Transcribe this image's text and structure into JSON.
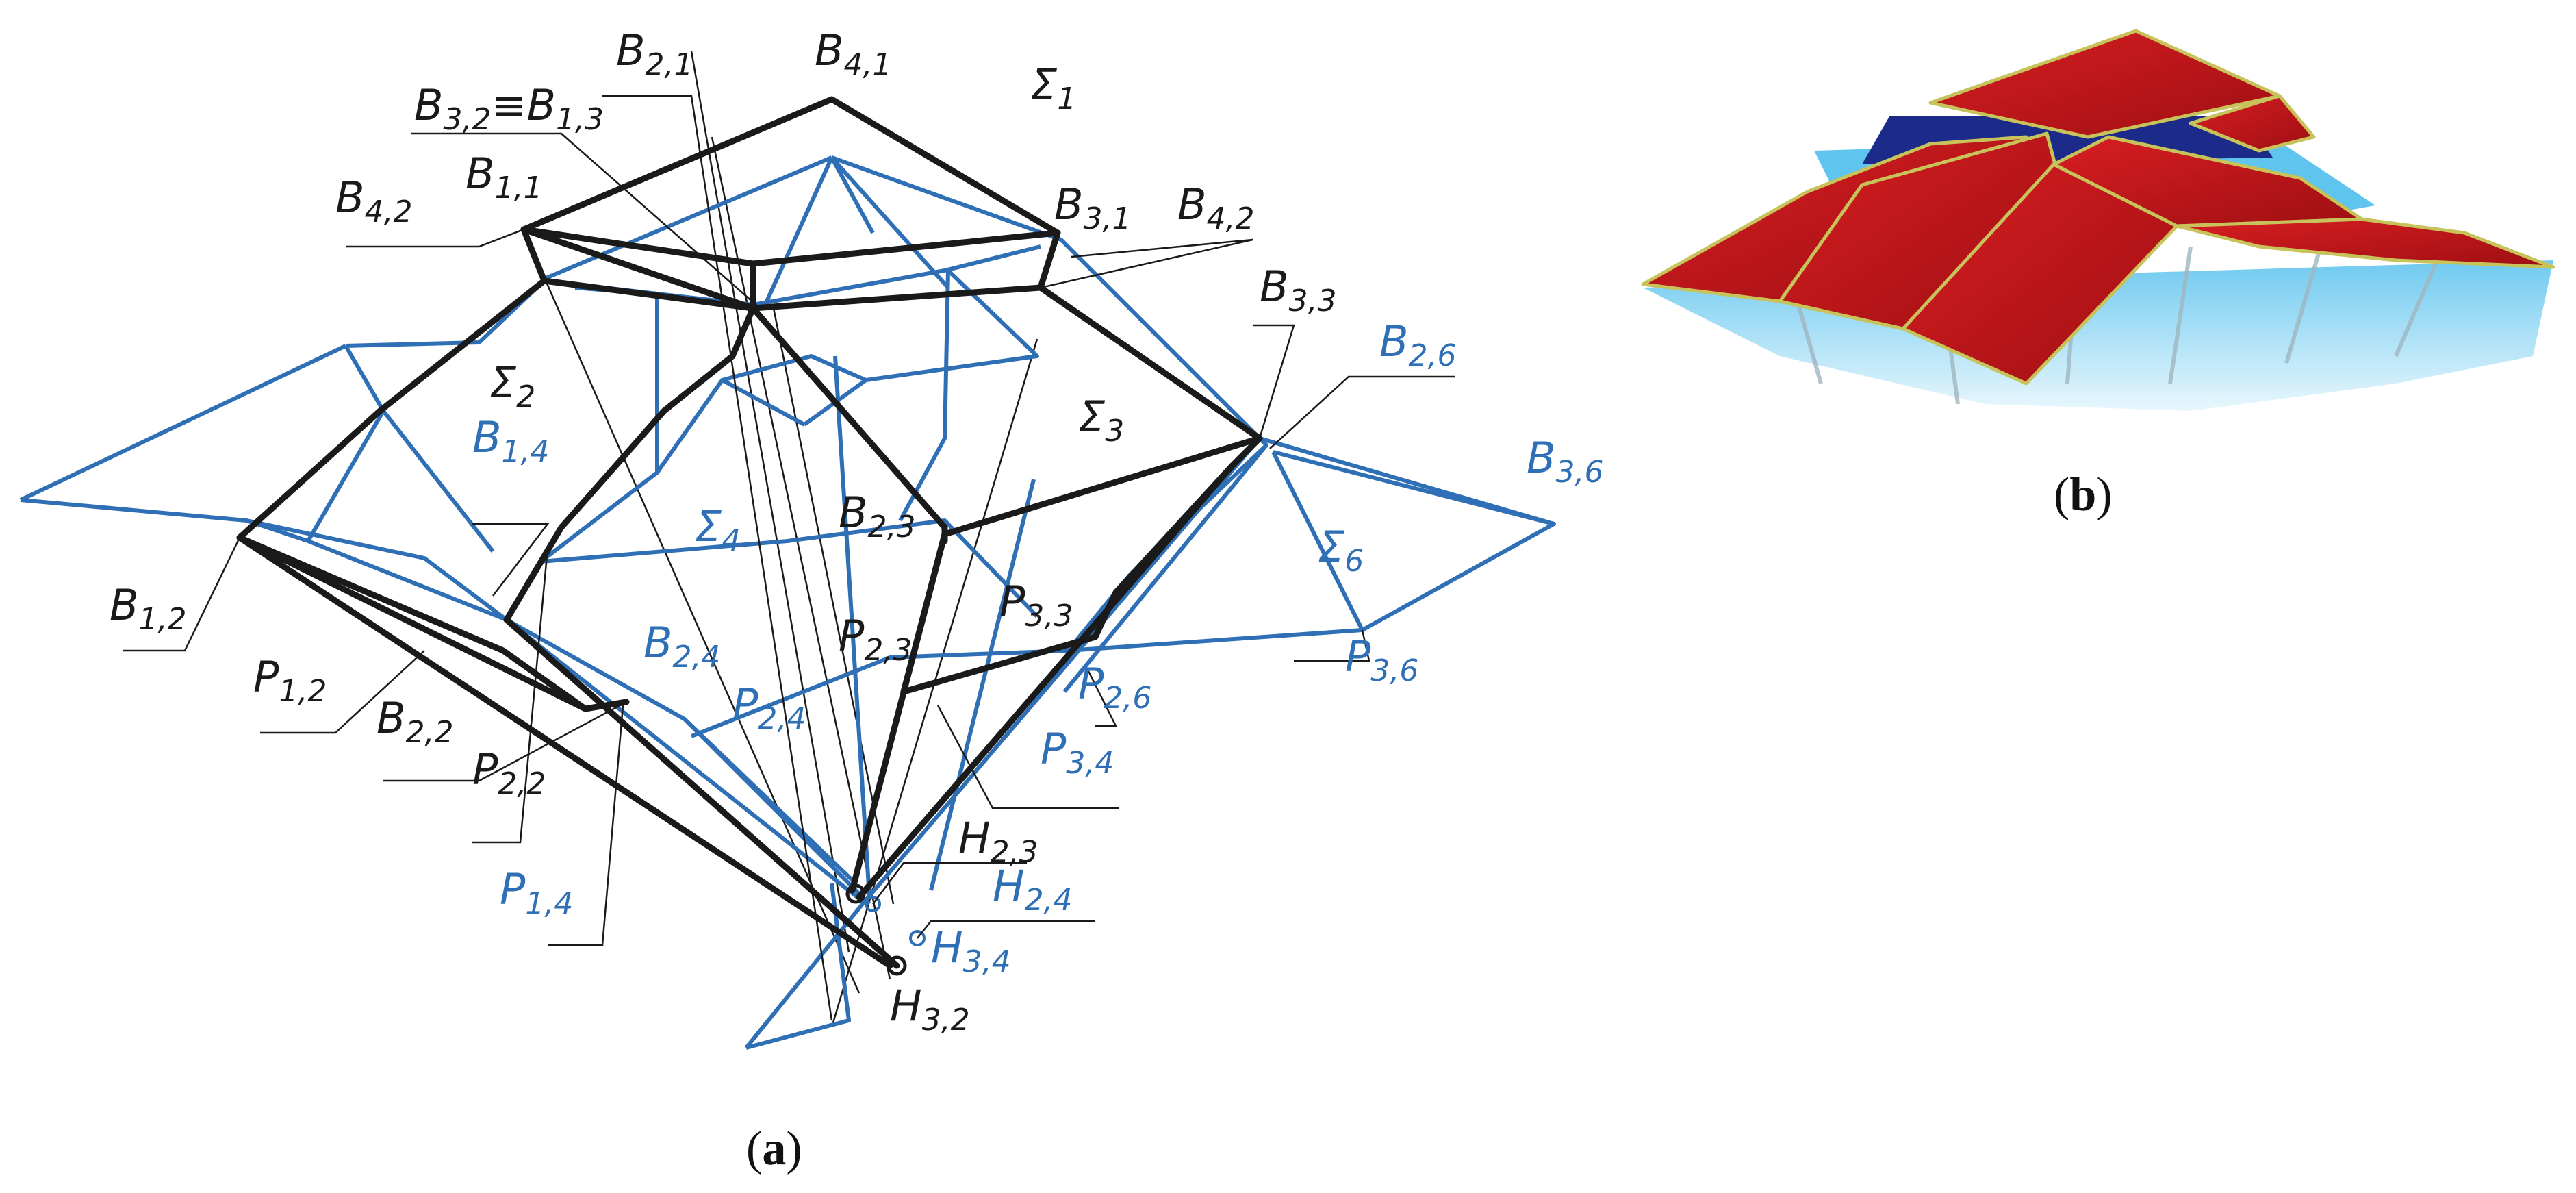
{
  "colors": {
    "black": "#1a1a1a",
    "blue": "#2f6fb5",
    "roof_red": "#c8171b",
    "glass_blue": "#7fd0f0",
    "frame_yellow": "#c8c25a"
  },
  "panel_a": {
    "caption": {
      "open": "(",
      "letter": "a",
      "close": ")"
    },
    "labels": {
      "B21": {
        "main": "B",
        "sub": "2,1"
      },
      "B41": {
        "main": "B",
        "sub": "4,1"
      },
      "S1": {
        "main": "Σ",
        "sub": "1"
      },
      "B32B13": {
        "main": "B",
        "sub": "3,2",
        "mid": "≡B",
        "sub2": "1,3"
      },
      "B11": {
        "main": "B",
        "sub": "1,1"
      },
      "B42a": {
        "main": "B",
        "sub": "4,2"
      },
      "B31": {
        "main": "B",
        "sub": "3,1"
      },
      "B42b": {
        "main": "B",
        "sub": "4,2"
      },
      "B33": {
        "main": "B",
        "sub": "3,3"
      },
      "B26": {
        "main": "B",
        "sub": "2,6"
      },
      "S2": {
        "main": "Σ",
        "sub": "2"
      },
      "S3": {
        "main": "Σ",
        "sub": "3"
      },
      "B36": {
        "main": "B",
        "sub": "3,6"
      },
      "B14": {
        "main": "B",
        "sub": "1,4"
      },
      "S4": {
        "main": "Σ",
        "sub": "4"
      },
      "B23": {
        "main": "B",
        "sub": "2,3"
      },
      "S6": {
        "main": "Σ",
        "sub": "6"
      },
      "B12": {
        "main": "B",
        "sub": "1,2"
      },
      "P33": {
        "main": "P",
        "sub": "3,3"
      },
      "P23": {
        "main": "P",
        "sub": "2,3"
      },
      "P36": {
        "main": "P",
        "sub": "3,6"
      },
      "P12": {
        "main": "P",
        "sub": "1,2"
      },
      "B24": {
        "main": "B",
        "sub": "2,4"
      },
      "P24": {
        "main": "P",
        "sub": "2,4"
      },
      "P26": {
        "main": "P",
        "sub": "2,6"
      },
      "B22": {
        "main": "B",
        "sub": "2,2"
      },
      "P34": {
        "main": "P",
        "sub": "3,4"
      },
      "P22": {
        "main": "P",
        "sub": "2,2"
      },
      "H23": {
        "main": "H",
        "sub": "2,3"
      },
      "P14": {
        "main": "P",
        "sub": "1,4"
      },
      "H24": {
        "main": "H",
        "sub": "2,4"
      },
      "H34": {
        "main": "H",
        "sub": "3,4"
      },
      "H32": {
        "main": "H",
        "sub": "3,2"
      }
    }
  },
  "panel_b": {
    "caption": {
      "open": "(",
      "letter": "b",
      "close": ")"
    }
  }
}
